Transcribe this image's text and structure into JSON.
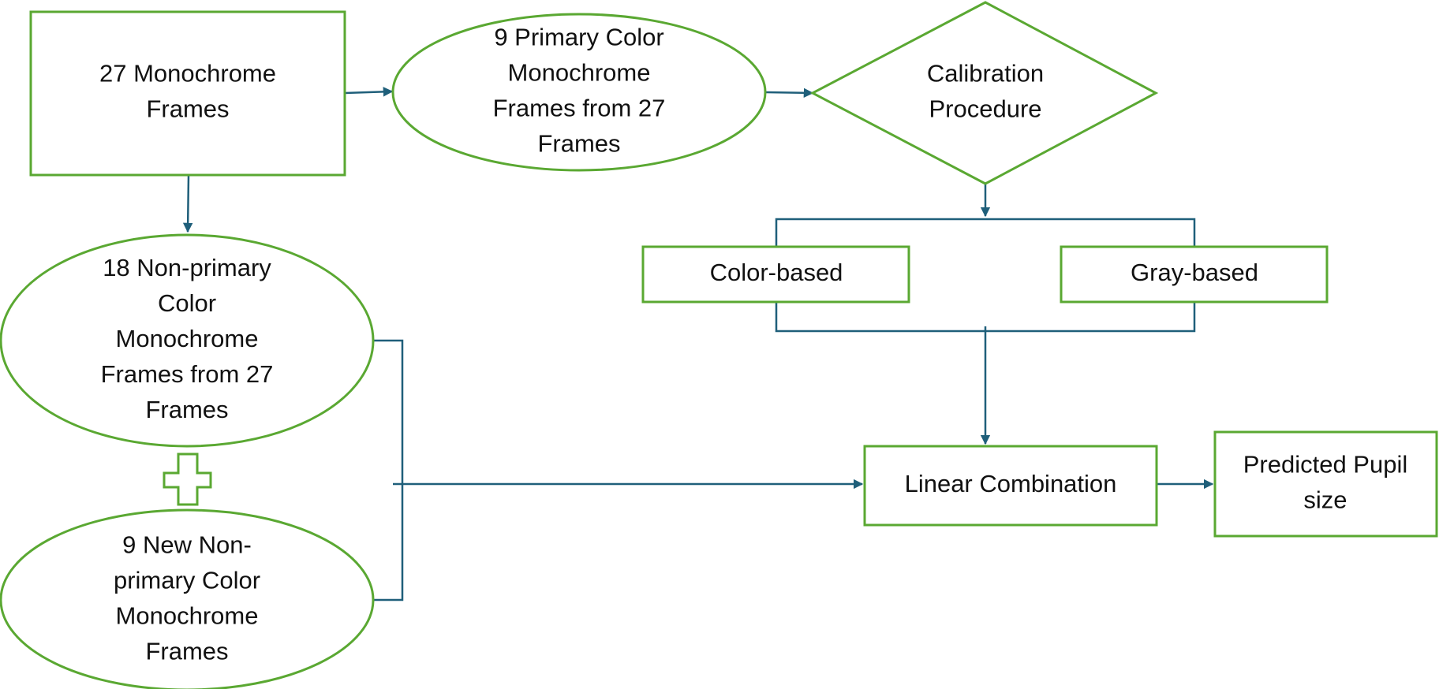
{
  "colors": {
    "node_stroke": "#5aa832",
    "connector": "#1f5f7a",
    "text": "#111111"
  },
  "nodes": {
    "frames27": {
      "lines": [
        "27  Monochrome",
        "Frames"
      ]
    },
    "primary9": {
      "lines": [
        "9 Primary Color",
        "Monochrome",
        "Frames from 27",
        "Frames"
      ]
    },
    "calibration": {
      "lines": [
        "Calibration",
        "Procedure"
      ]
    },
    "color_based": {
      "lines": [
        "Color-based"
      ]
    },
    "gray_based": {
      "lines": [
        "Gray-based"
      ]
    },
    "nonprimary18": {
      "lines": [
        "18 Non-primary",
        "Color",
        "Monochrome",
        "Frames from 27",
        "Frames"
      ]
    },
    "new_nonprimary9": {
      "lines": [
        "9 New Non-",
        "primary Color",
        "Monochrome",
        "Frames"
      ]
    },
    "linear_combination": {
      "lines": [
        "Linear Combination"
      ]
    },
    "predicted": {
      "lines": [
        "Predicted Pupil",
        "size"
      ]
    }
  },
  "plus_icon": "plus-icon"
}
